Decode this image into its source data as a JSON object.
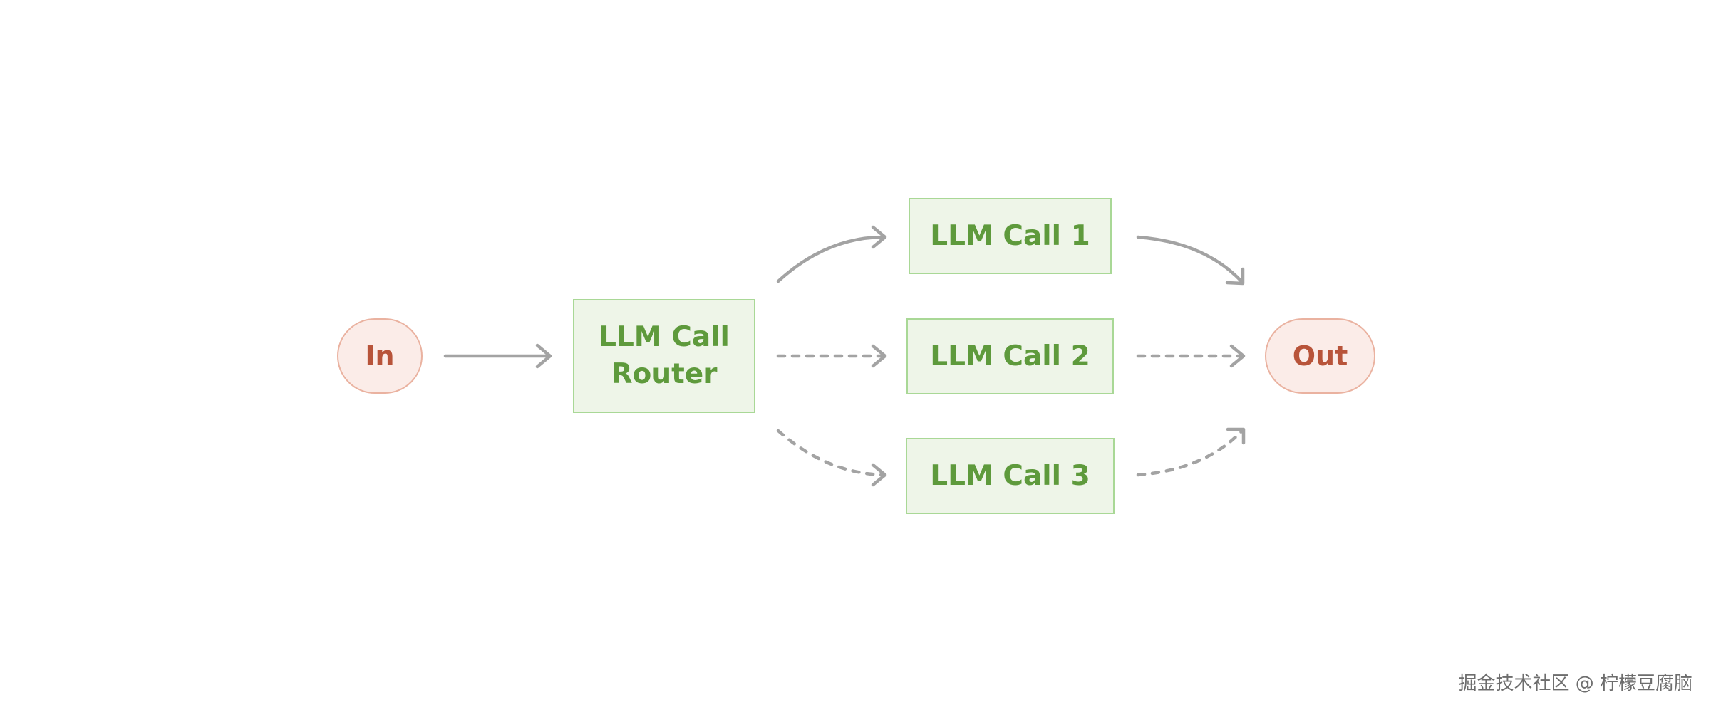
{
  "diagram": {
    "nodes": {
      "input": {
        "label": "In"
      },
      "router": {
        "label_line1": "LLM Call",
        "label_line2": "Router"
      },
      "call1": {
        "label": "LLM Call 1"
      },
      "call2": {
        "label": "LLM Call 2"
      },
      "call3": {
        "label": "LLM Call 3"
      },
      "output": {
        "label": "Out"
      }
    },
    "edges": [
      {
        "from": "In",
        "to": "LLM Call Router",
        "style": "solid"
      },
      {
        "from": "LLM Call Router",
        "to": "LLM Call 1",
        "style": "solid"
      },
      {
        "from": "LLM Call Router",
        "to": "LLM Call 2",
        "style": "dashed"
      },
      {
        "from": "LLM Call Router",
        "to": "LLM Call 3",
        "style": "dashed"
      },
      {
        "from": "LLM Call 1",
        "to": "Out",
        "style": "solid"
      },
      {
        "from": "LLM Call 2",
        "to": "Out",
        "style": "dashed"
      },
      {
        "from": "LLM Call 3",
        "to": "Out",
        "style": "dashed"
      }
    ],
    "colors": {
      "io_fill": "#fbece8",
      "io_border": "#eab2a0",
      "io_text": "#b8543a",
      "llm_fill": "#eef5e8",
      "llm_border": "#a9d896",
      "llm_text": "#5e9a3c",
      "arrow": "#a3a3a3"
    }
  },
  "watermark": "掘金技术社区 @ 柠檬豆腐脑"
}
